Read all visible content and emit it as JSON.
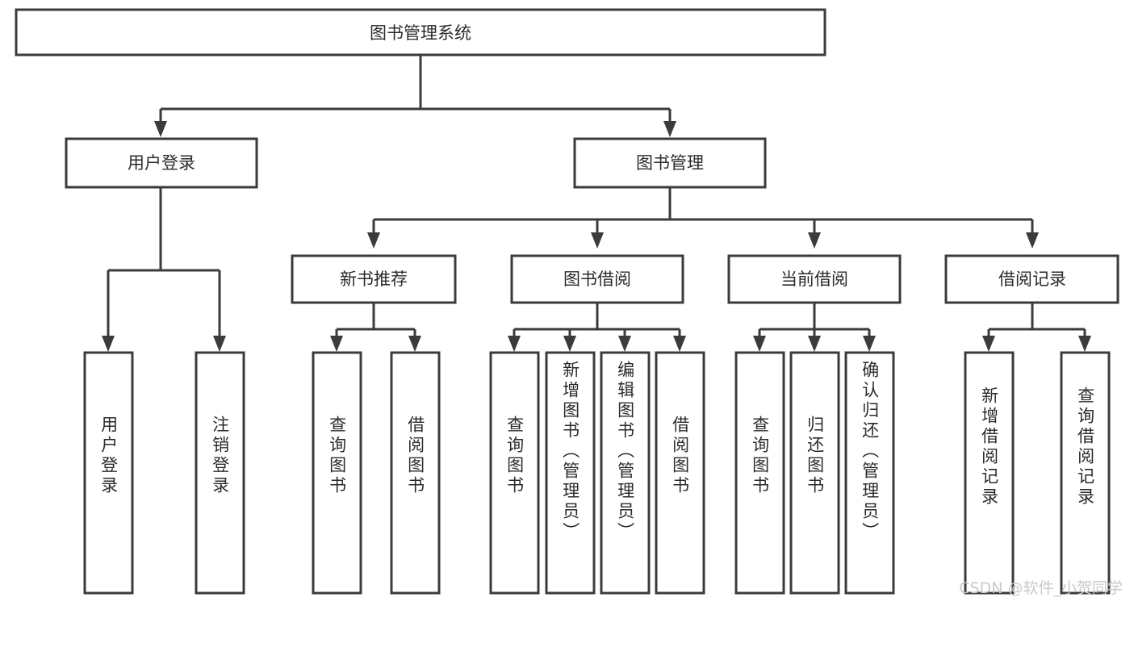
{
  "diagram": {
    "type": "tree-hierarchy-chart",
    "title": "图书管理系统",
    "orientation": "top-down",
    "colors": {
      "stroke": "#3b3b3b",
      "fill": "#ffffff",
      "text": "#2b2b2b",
      "background": "#ffffff",
      "watermark": "#c9c9c9"
    },
    "root": {
      "label": "图书管理系统"
    },
    "level2": [
      {
        "id": "user-login",
        "label": "用户登录"
      },
      {
        "id": "book-management",
        "label": "图书管理"
      }
    ],
    "level3": [
      {
        "id": "new-book-recommend",
        "label": "新书推荐",
        "parent": "book-management"
      },
      {
        "id": "book-borrow",
        "label": "图书借阅",
        "parent": "book-management"
      },
      {
        "id": "current-borrow",
        "label": "当前借阅",
        "parent": "book-management"
      },
      {
        "id": "borrow-record",
        "label": "借阅记录",
        "parent": "book-management"
      }
    ],
    "leaves": {
      "user_login": [
        {
          "id": "leaf-user-login",
          "label": "用户登录"
        },
        {
          "id": "leaf-user-logout",
          "label": "注销登录"
        }
      ],
      "new_book_recommend": [
        {
          "id": "leaf-nbr-query-book",
          "label": "查询图书"
        },
        {
          "id": "leaf-nbr-borrow-book",
          "label": "借阅图书"
        }
      ],
      "book_borrow": [
        {
          "id": "leaf-bb-query-book",
          "label": "查询图书"
        },
        {
          "id": "leaf-bb-add-book",
          "label": "新增图书（管理员）"
        },
        {
          "id": "leaf-bb-edit-book",
          "label": "编辑图书（管理员）"
        },
        {
          "id": "leaf-bb-borrow-book",
          "label": "借阅图书"
        }
      ],
      "current_borrow": [
        {
          "id": "leaf-cb-query-book",
          "label": "查询图书"
        },
        {
          "id": "leaf-cb-return-book",
          "label": "归还图书"
        },
        {
          "id": "leaf-cb-confirm-return",
          "label": "确认归还（管理员）"
        }
      ],
      "borrow_record": [
        {
          "id": "leaf-br-add-record",
          "label": "新增借阅记录"
        },
        {
          "id": "leaf-br-query-record",
          "label": "查询借阅记录"
        }
      ]
    }
  },
  "watermark": {
    "text": "CSDN @软件_小贺同学"
  }
}
